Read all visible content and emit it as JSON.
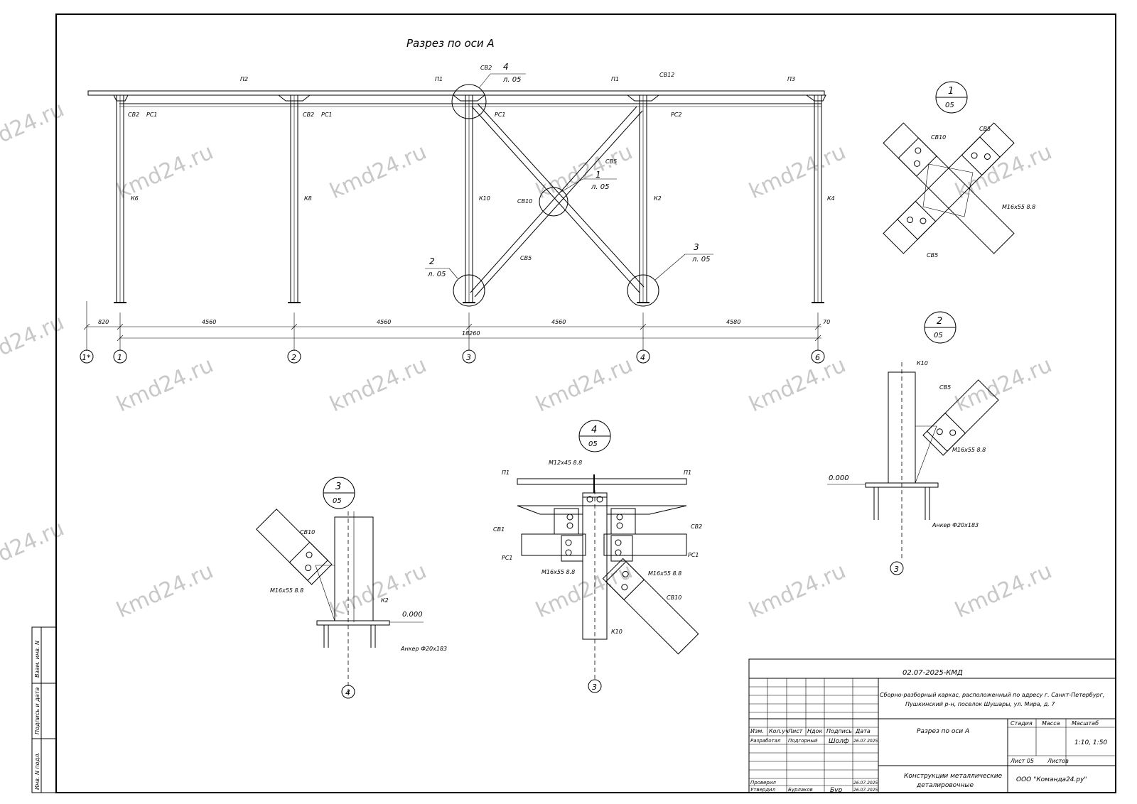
{
  "title": "Разрез по оси А",
  "watermark": "kmd24.ru",
  "elevation_labels": {
    "plates": [
      "П2",
      "П1",
      "П1",
      "П3"
    ],
    "columns": [
      "К6",
      "К8",
      "К10",
      "К2",
      "К4"
    ],
    "beams": [
      "СВ2",
      "СВ2",
      "СВ2",
      "СВ12"
    ],
    "rc": [
      "РС1",
      "РС1",
      "РС1",
      "РС2"
    ],
    "braces": [
      "СВ5",
      "СВ10",
      "СВ5"
    ]
  },
  "callouts": [
    {
      "num": "4",
      "sheet": "л. 05"
    },
    {
      "num": "1",
      "sheet": "л. 05"
    },
    {
      "num": "2",
      "sheet": "л. 05"
    },
    {
      "num": "3",
      "sheet": "л. 05"
    }
  ],
  "dimensions": {
    "spans": [
      "820",
      "4560",
      "4560",
      "4560",
      "4580",
      "70"
    ],
    "total": "18260"
  },
  "axes": [
    "1*",
    "1",
    "2",
    "3",
    "4",
    "6"
  ],
  "details": {
    "d1": {
      "num": "1",
      "sheet": "05",
      "labels": [
        "СВ10",
        "СВ5",
        "М16х55 8.8",
        "СВ5"
      ]
    },
    "d2": {
      "num": "2",
      "sheet": "05",
      "labels": [
        "К10",
        "СВ5",
        "М16х55 8.8",
        "0.000",
        "Анкер Ф20х183"
      ],
      "axis": "3"
    },
    "d3": {
      "num": "3",
      "sheet": "05",
      "labels": [
        "СВ10",
        "М16х55 8.8",
        "К2",
        "0.000",
        "Анкер Ф20х183"
      ],
      "axis": "4"
    },
    "d4": {
      "num": "4",
      "sheet": "05",
      "labels": [
        "П1",
        "П1",
        "М12х45 8.8",
        "СВ1",
        "СВ2",
        "РС1",
        "РС1",
        "М16х55 8.8",
        "М16х55 8.8",
        "СВ10",
        "К10"
      ],
      "axis": "3"
    }
  },
  "side_stamp": [
    "Взам. инв. N",
    "Подпись и дата",
    "Инв. N подл."
  ],
  "title_block": {
    "code": "02.07-2025-КМД",
    "object": [
      "Сборно-разборный каркас, расположенный по адресу г. Санкт-Петербург,",
      "Пушкинский р-н, поселок Шушары, ул. Мира, д. 7"
    ],
    "headers": [
      "Изм.",
      "Кол.уч",
      "Лист",
      "Ндок",
      "Подпись",
      "Дата"
    ],
    "developed": {
      "role": "Разработал",
      "name": "Подгорный",
      "sign": "Шолф",
      "date": "26.07.2025"
    },
    "checked": {
      "role": "Проверил",
      "date": "26.07.2025"
    },
    "approved": {
      "role": "Утвердил",
      "name": "Бурлаков",
      "sign": "Бур",
      "date": "26.07.2025"
    },
    "sheet_title": "Разрез по оси А",
    "col_heads": [
      "Стадия",
      "Масса",
      "Масштаб"
    ],
    "scale": "1:10, 1:50",
    "sheet": "Лист 05",
    "sheets": "Листов",
    "doc_name": [
      "Конструкции металлические",
      "деталировочные"
    ],
    "company": "ООО \"Команда24.ру\""
  }
}
